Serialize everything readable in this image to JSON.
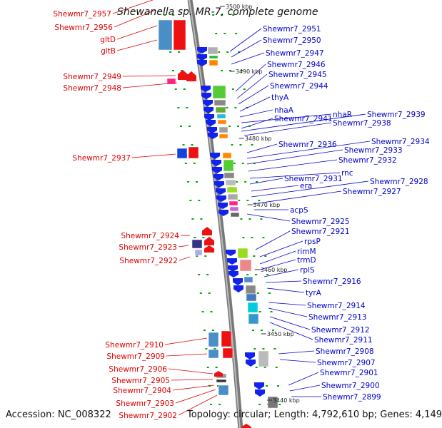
{
  "title": "Shewanella sp. MR-7, complete genome",
  "footer": {
    "accession": "Accession: NC_008322",
    "summary": "Topology: circular; Length: 4,792,610 bp; Genes: 4,149"
  },
  "colors": {
    "left_label": "#dd0000",
    "right_label": "#0000cc",
    "backbone": "#888888",
    "tick": "#00aa00"
  },
  "scale_labels": [
    "3500 kbp",
    "3490 kbp",
    "3480 kbp",
    "3470 kbp",
    "3460 kbp",
    "3450 kbp",
    "3440 kbp"
  ],
  "left_genes": [
    "Shewmr7_2957",
    "Shewmr7_2956",
    "gltD",
    "gltB",
    "Shewmr7_2949",
    "Shewmr7_2948",
    "Shewmr7_2937",
    "Shewmr7_2924",
    "Shewmr7_2923",
    "Shewmr7_2922",
    "Shewmr7_2910",
    "Shewmr7_2909",
    "Shewmr7_2906",
    "Shewmr7_2905",
    "Shewmr7_2904",
    "Shewmr7_2903",
    "Shewmr7_2902"
  ],
  "right_genes": [
    "Shewmr7_2951",
    "Shewmr7_2950",
    "Shewmr7_2947",
    "Shewmr7_2946",
    "Shewmr7_2945",
    "Shewmr7_2944",
    "thyA",
    "nhaA",
    "nhaR",
    "Shewmr7_2941",
    "Shewmr7_2939",
    "Shewmr7_2938",
    "Shewmr7_2936",
    "Shewmr7_2934",
    "Shewmr7_2933",
    "Shewmr7_2932",
    "rnc",
    "Shewmr7_2931",
    "era",
    "Shewmr7_2928",
    "Shewmr7_2927",
    "acpS",
    "Shewmr7_2925",
    "Shewmr7_2921",
    "rpsP",
    "rimM",
    "trmD",
    "rplS",
    "Shewmr7_2916",
    "tyrA",
    "Shewmr7_2914",
    "Shewmr7_2913",
    "Shewmr7_2912",
    "Shewmr7_2911",
    "Shewmr7_2908",
    "Shewmr7_2907",
    "Shewmr7_2901",
    "Shewmr7_2900",
    "Shewmr7_2899"
  ]
}
